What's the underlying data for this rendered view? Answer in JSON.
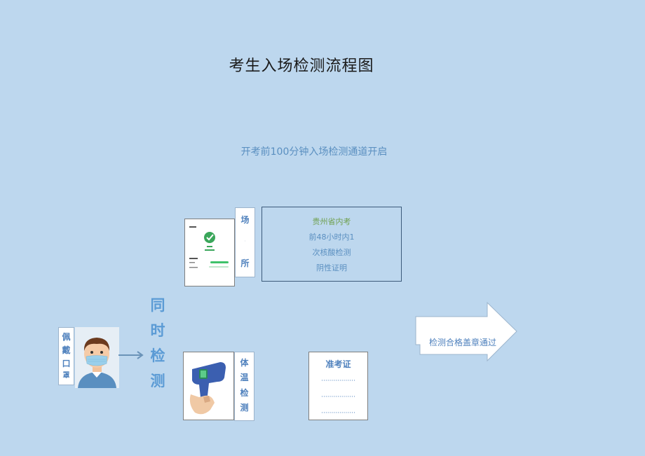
{
  "title": "考生入场检测流程图",
  "subtitle": "开考前100分钟入场检测通道开启",
  "mask_label": [
    "佩",
    "戴",
    "口",
    "罩"
  ],
  "simultaneous_label": [
    "同",
    "时",
    "检",
    "测"
  ],
  "venue_label": [
    "场",
    "所"
  ],
  "temperature_label": [
    "体",
    "温",
    "检",
    "测"
  ],
  "info_box": [
    "贵州省内考",
    "前48小时内1",
    "次核酸检测",
    "阴性证明"
  ],
  "ticket": {
    "title": "准考证",
    "dots": "·················"
  },
  "pass_label": "检测合格盖章通过",
  "colors": {
    "background": "#bdd7ee",
    "accent": "#4f81bd",
    "green": "#70a050"
  }
}
